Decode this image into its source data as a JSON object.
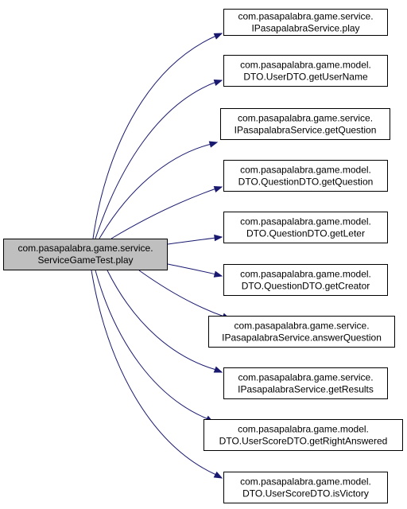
{
  "diagram": {
    "type": "call-graph",
    "colors": {
      "root_fill": "#bfbfbf",
      "node_fill": "#ffffff",
      "border": "#000000",
      "edge": "#191970"
    },
    "root": {
      "id": "root",
      "lines": [
        "com.pasapalabra.game.service.",
        "ServiceGameTest.play"
      ]
    },
    "callees": [
      {
        "id": "play",
        "lines": [
          "com.pasapalabra.game.service.",
          "IPasapalabraService.play"
        ]
      },
      {
        "id": "getUserName",
        "lines": [
          "com.pasapalabra.game.model.",
          "DTO.UserDTO.getUserName"
        ]
      },
      {
        "id": "getQuestion-service",
        "lines": [
          "com.pasapalabra.game.service.",
          "IPasapalabraService.getQuestion"
        ]
      },
      {
        "id": "getQuestion-dto",
        "lines": [
          "com.pasapalabra.game.model.",
          "DTO.QuestionDTO.getQuestion"
        ]
      },
      {
        "id": "getLeter",
        "lines": [
          "com.pasapalabra.game.model.",
          "DTO.QuestionDTO.getLeter"
        ]
      },
      {
        "id": "getCreator",
        "lines": [
          "com.pasapalabra.game.model.",
          "DTO.QuestionDTO.getCreator"
        ]
      },
      {
        "id": "answerQuestion",
        "lines": [
          "com.pasapalabra.game.service.",
          "IPasapalabraService.answerQuestion"
        ]
      },
      {
        "id": "getResults",
        "lines": [
          "com.pasapalabra.game.service.",
          "IPasapalabraService.getResults"
        ]
      },
      {
        "id": "getRightAnswered",
        "lines": [
          "com.pasapalabra.game.model.",
          "DTO.UserScoreDTO.getRightAnswered"
        ]
      },
      {
        "id": "isVictory",
        "lines": [
          "com.pasapalabra.game.model.",
          "DTO.UserScoreDTO.isVictory"
        ]
      }
    ]
  }
}
